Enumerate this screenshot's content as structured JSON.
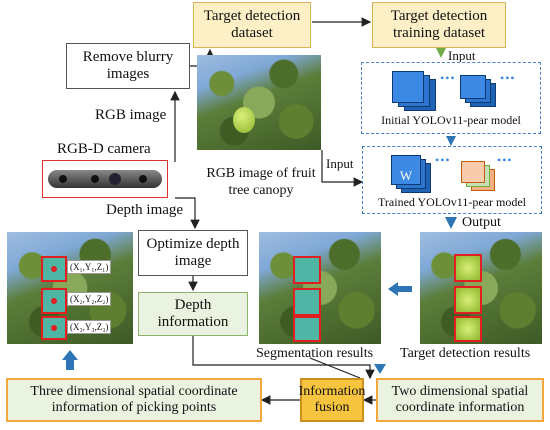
{
  "boxes": {
    "remove_blurry": "Remove blurry images",
    "target_dataset": "Target detection dataset",
    "training_dataset": "Target detection training dataset",
    "optimize_depth": "Optimize depth image",
    "depth_info": "Depth information",
    "three_dim": "Three dimensional spatial coordinate information of picking points",
    "info_fusion": "Information fusion",
    "two_dim": "Two dimensional spatial coordinate information"
  },
  "labels": {
    "rgb_image": "RGB image",
    "rgbd_camera": "RGB-D camera",
    "depth_image": "Depth image",
    "rgb_canopy": "RGB image of fruit tree canopy",
    "input1": "Input",
    "input2": "Input",
    "output": "Output",
    "initial_model": "Initial YOLOv11-pear model",
    "trained_model": "Trained YOLOv11-pear model",
    "segmentation_results": "Segmentation results",
    "detection_results": "Target detection results",
    "w_letter": "W",
    "coords": [
      "(X₁,Y₁,Z₁)",
      "(X₂,Y₂,Z₂)",
      "(X₃,Y₃,Z₃)"
    ]
  },
  "colors": {
    "arrow_dark": "#222222",
    "arrow_blue": "#2e75b6",
    "arrow_green": "#70ad47",
    "bbox_red": "#e02020"
  }
}
